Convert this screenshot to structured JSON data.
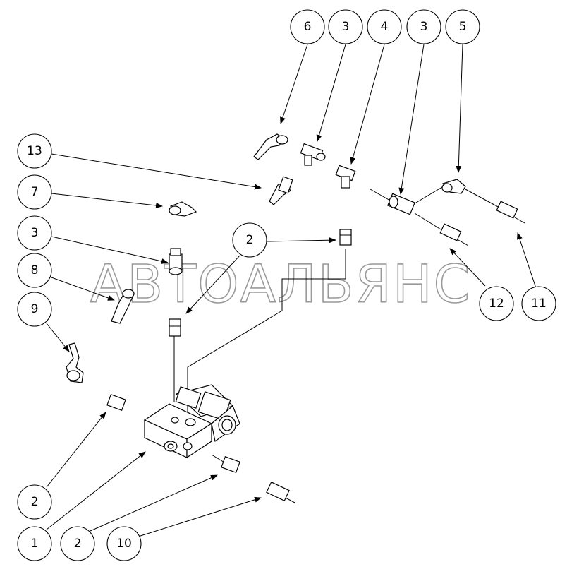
{
  "watermark": "АВТОАЛЬЯНС",
  "callouts": [
    {
      "id": "c6-top",
      "label": "6"
    },
    {
      "id": "c3-top-a",
      "label": "3"
    },
    {
      "id": "c4-top",
      "label": "4"
    },
    {
      "id": "c3-top-b",
      "label": "3"
    },
    {
      "id": "c5-top",
      "label": "5"
    },
    {
      "id": "c13",
      "label": "13"
    },
    {
      "id": "c7",
      "label": "7"
    },
    {
      "id": "c3-left",
      "label": "3"
    },
    {
      "id": "c8",
      "label": "8"
    },
    {
      "id": "c9",
      "label": "9"
    },
    {
      "id": "c2-mid",
      "label": "2"
    },
    {
      "id": "c12",
      "label": "12"
    },
    {
      "id": "c11",
      "label": "11"
    },
    {
      "id": "c2-bl",
      "label": "2"
    },
    {
      "id": "c1",
      "label": "1"
    },
    {
      "id": "c2-bot",
      "label": "2"
    },
    {
      "id": "c10",
      "label": "10"
    }
  ]
}
